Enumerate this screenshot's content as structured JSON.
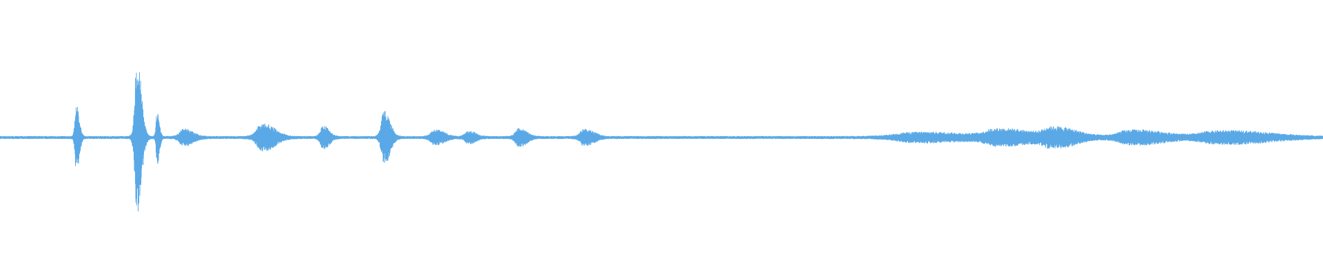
{
  "waveform": {
    "color": "#5aa9e6",
    "background": "#ffffff",
    "baseline_amplitude": 0.02,
    "bursts": [
      {
        "at": 0.058,
        "amp": 0.42,
        "spread": 0.002
      },
      {
        "at": 0.104,
        "amp": 1.0,
        "spread": 0.003
      },
      {
        "at": 0.119,
        "amp": 0.36,
        "spread": 0.0015
      },
      {
        "at": 0.14,
        "amp": 0.1,
        "spread": 0.006
      },
      {
        "at": 0.2,
        "amp": 0.17,
        "spread": 0.008
      },
      {
        "at": 0.245,
        "amp": 0.14,
        "spread": 0.004
      },
      {
        "at": 0.291,
        "amp": 0.34,
        "spread": 0.004
      },
      {
        "at": 0.33,
        "amp": 0.09,
        "spread": 0.006
      },
      {
        "at": 0.355,
        "amp": 0.07,
        "spread": 0.005
      },
      {
        "at": 0.393,
        "amp": 0.11,
        "spread": 0.005
      },
      {
        "at": 0.443,
        "amp": 0.1,
        "spread": 0.006
      },
      {
        "at": 0.7,
        "amp": 0.06,
        "spread": 0.03
      },
      {
        "at": 0.76,
        "amp": 0.1,
        "spread": 0.02
      },
      {
        "at": 0.8,
        "amp": 0.12,
        "spread": 0.015
      },
      {
        "at": 0.86,
        "amp": 0.09,
        "spread": 0.02
      },
      {
        "at": 0.93,
        "amp": 0.08,
        "spread": 0.03
      }
    ]
  }
}
